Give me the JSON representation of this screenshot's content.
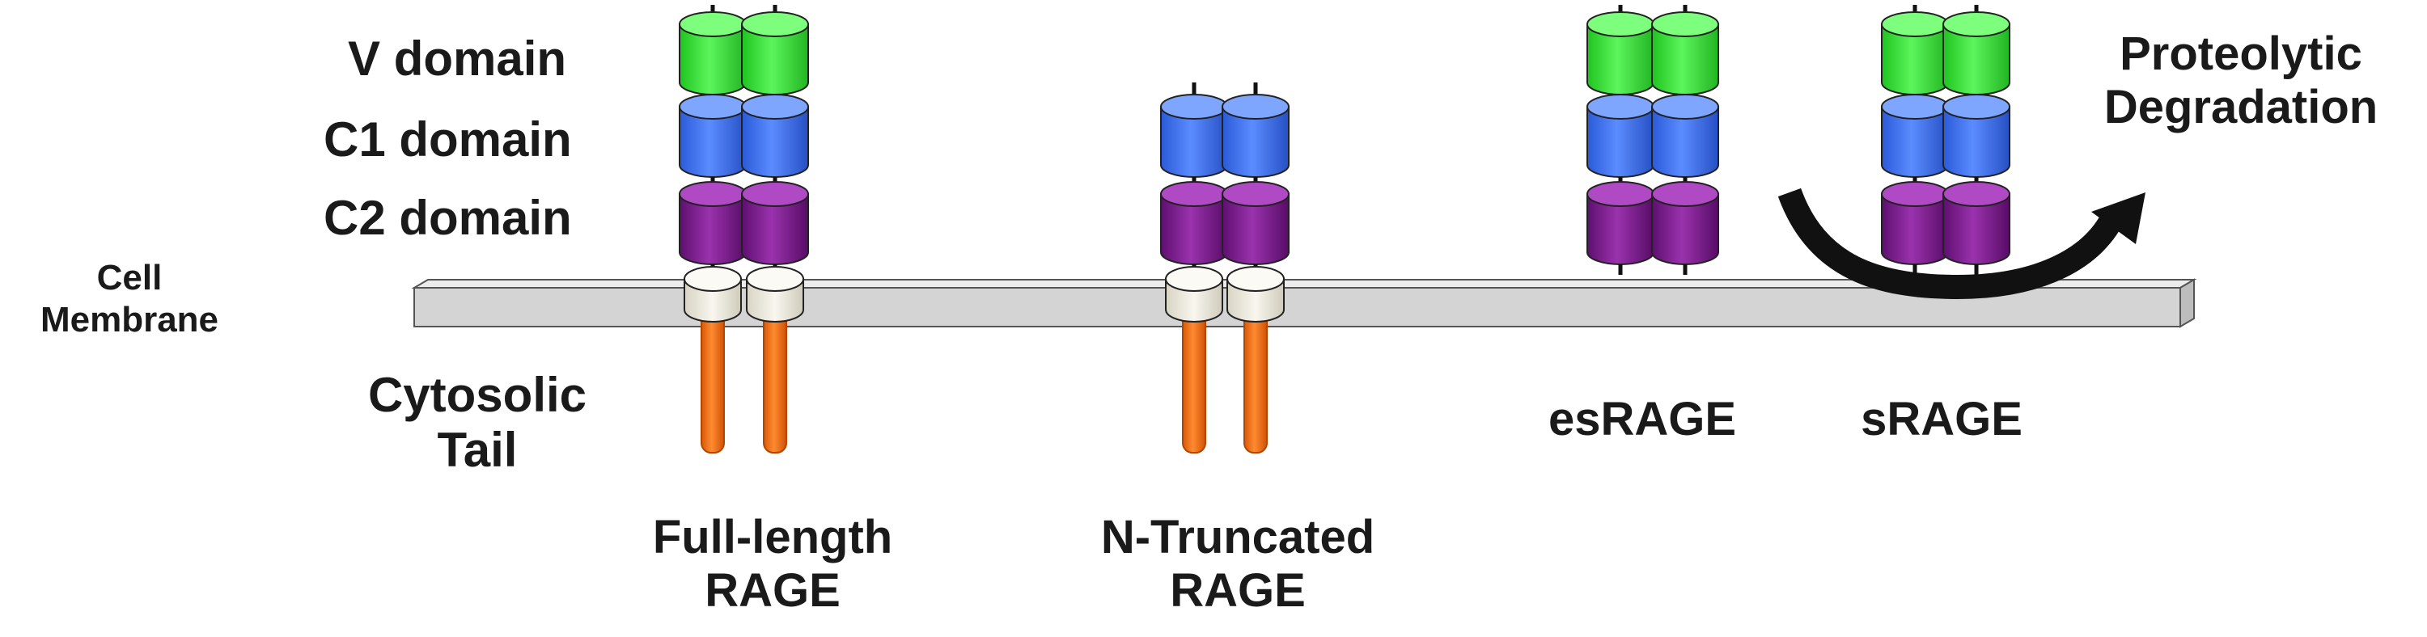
{
  "labels": {
    "v_domain": "V domain",
    "c1_domain": "C1 domain",
    "c2_domain": "C2 domain",
    "cell_membrane_line1": "Cell",
    "cell_membrane_line2": "Membrane",
    "cytosolic_line1": "Cytosolic",
    "cytosolic_line2": "Tail",
    "full_length_line1": "Full-length",
    "full_length_line2": "RAGE",
    "n_truncated_line1": "N-Truncated",
    "n_truncated_line2": "RAGE",
    "esrage": "esRAGE",
    "srage": "sRAGE",
    "proteolytic_line1": "Proteolytic",
    "proteolytic_line2": "Degradation"
  },
  "colors": {
    "v_domain": "#39e639",
    "c1_domain": "#3f74f0",
    "c2_domain": "#7a1a8c",
    "transmembrane": "#ebe8dc",
    "cytosolic_tail": "#f26a10",
    "membrane": "#d4d4d4",
    "arrow": "#111111"
  }
}
